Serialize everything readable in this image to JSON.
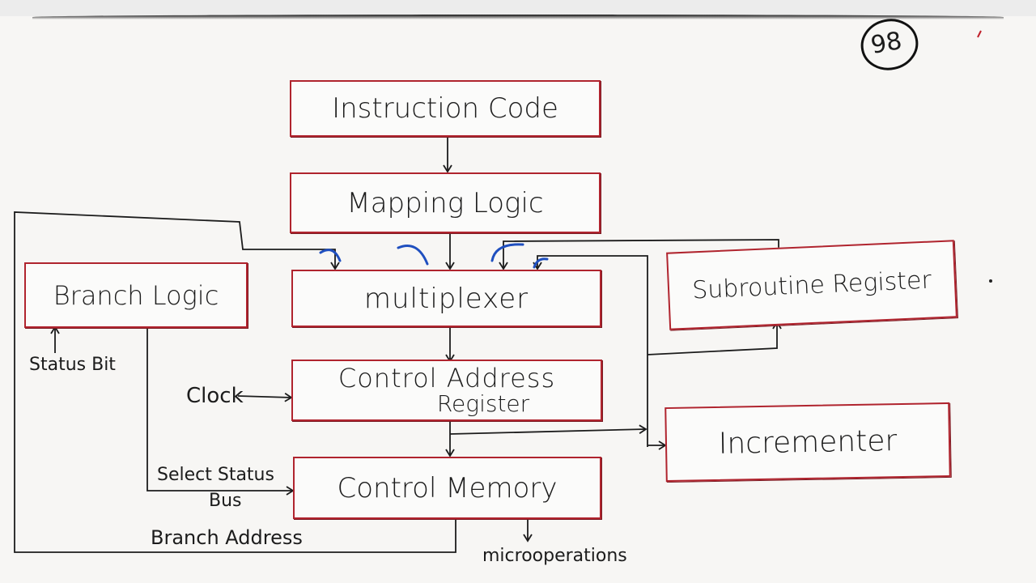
{
  "page_number": "98",
  "nodes": {
    "instruction_code": "Instruction Code",
    "mapping_logic": "Mapping Logic",
    "multiplexer": "multiplexer",
    "branch_logic": "Branch Logic",
    "subroutine_register": "Subroutine Register",
    "control_address_register_line1": "Control Address",
    "control_address_register_line2": "Register",
    "incrementer": "Incrementer",
    "control_memory": "Control Memory"
  },
  "labels": {
    "status_bit": "Status Bit",
    "clock": "Clock",
    "select_status_line1": "Select Status",
    "select_status_line2": "Bus",
    "branch_address": "Branch Address",
    "microoperations": "microoperations"
  },
  "colors": {
    "box_border": "#b0242e",
    "ink": "#1c1c1c",
    "annotation_blue": "#1f4fbf"
  }
}
